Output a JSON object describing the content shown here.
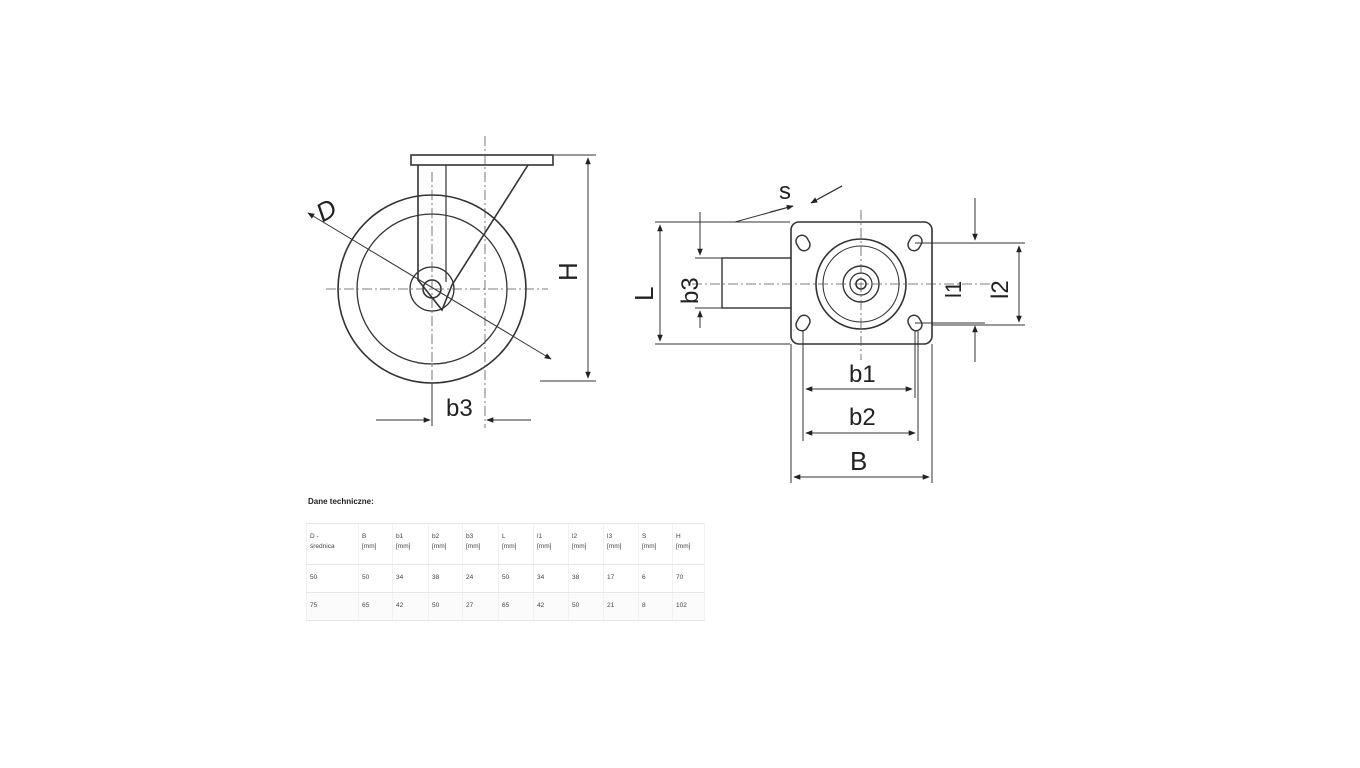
{
  "drawing": {
    "labels": {
      "D": "D",
      "H": "H",
      "b3_left": "b3",
      "s": "s",
      "L": "L",
      "b3_right": "b3",
      "l1": "l1",
      "l2": "l2",
      "b1": "b1",
      "b2": "b2",
      "B": "B"
    }
  },
  "specs": {
    "title": "Dane techniczne:",
    "headers": [
      [
        "D -",
        "średnica"
      ],
      [
        "B",
        "[mm]"
      ],
      [
        "b1",
        "[mm]"
      ],
      [
        "b2",
        "[mm]"
      ],
      [
        "b3",
        "[mm]"
      ],
      [
        "L",
        "[mm]"
      ],
      [
        "l1",
        "[mm]"
      ],
      [
        "l2",
        "[mm]"
      ],
      [
        "l3",
        "[mm]"
      ],
      [
        "S",
        "[mm]"
      ],
      [
        "H",
        "[mm]"
      ]
    ],
    "rows": [
      [
        "50",
        "50",
        "34",
        "38",
        "24",
        "50",
        "34",
        "38",
        "17",
        "6",
        "70"
      ],
      [
        "75",
        "65",
        "42",
        "50",
        "27",
        "65",
        "42",
        "50",
        "21",
        "8",
        "102"
      ]
    ]
  }
}
